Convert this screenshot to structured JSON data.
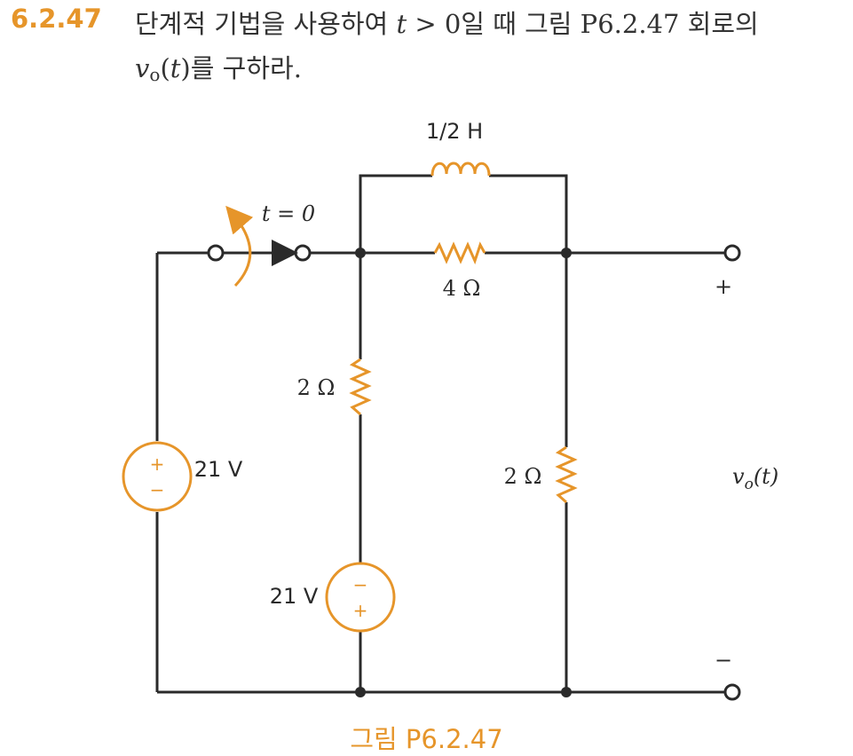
{
  "problem": {
    "number": "6.2.47",
    "text_line1_a": "단계적 기법을 사용하여 ",
    "var_t": "t",
    "text_line1_b": " > 0일 때 그림 P6.2.47 회로의",
    "vo_symbol": "v",
    "vo_subscript": "o",
    "vo_paren_open": "(",
    "vo_paren_close": ")",
    "text_line2_b": "를 구하라."
  },
  "circuit": {
    "inductor_label": "1/2 H",
    "switch_label": "t = 0",
    "series_resistor_label": "4 Ω",
    "left_resistor_label": "2 Ω",
    "right_resistor_label": "2 Ω",
    "left_source_label": "21 V",
    "middle_source_label": "21 V",
    "output_label": "v",
    "output_subscript": "o",
    "output_arg": "(t)",
    "plus_sign": "+",
    "minus_sign": "−",
    "source_plus": "+",
    "source_minus": "−"
  },
  "caption": "그림 P6.2.47",
  "colors": {
    "accent": "#e6952a",
    "wire": "#2a2a2a"
  }
}
